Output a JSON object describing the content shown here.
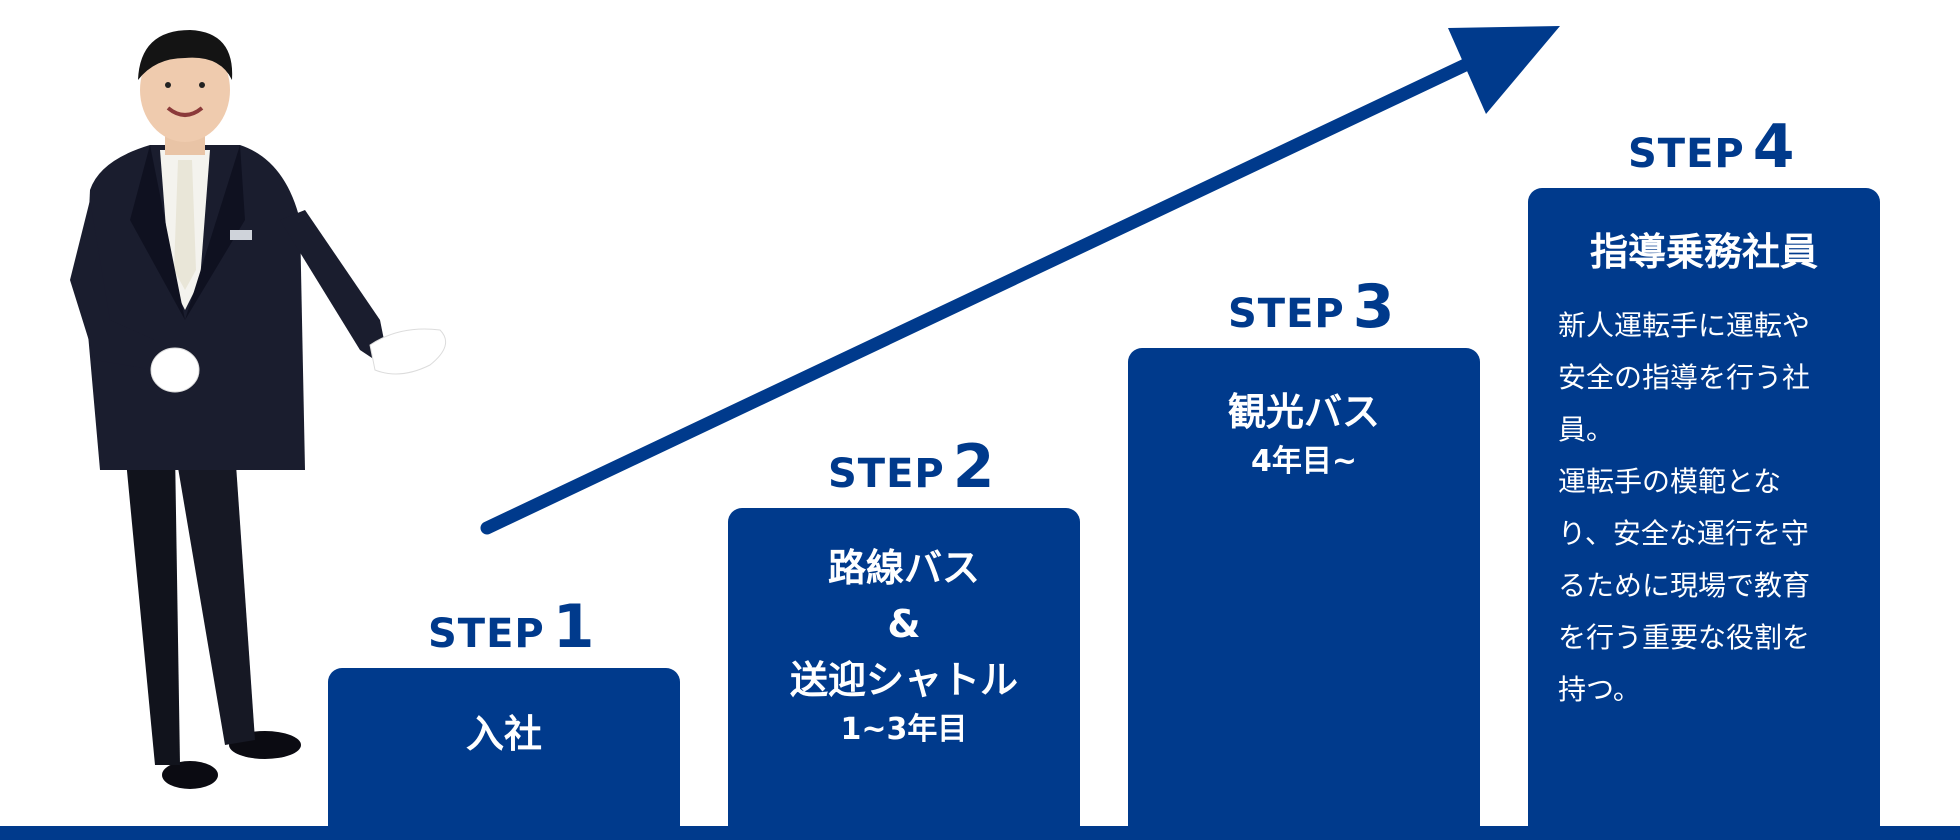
{
  "colors": {
    "accent": "#003a8c",
    "background": "#ffffff",
    "text_on_accent": "#ffffff"
  },
  "steps": [
    {
      "word": "STEP",
      "number": "1",
      "title": "入社",
      "subtitle": "",
      "description": ""
    },
    {
      "word": "STEP",
      "number": "2",
      "title": "路線バス",
      "title2": "&",
      "title3": "送迎シャトル",
      "subtitle": "1~3年目",
      "description": ""
    },
    {
      "word": "STEP",
      "number": "3",
      "title": "観光バス",
      "subtitle": "4年目~",
      "description": ""
    },
    {
      "word": "STEP",
      "number": "4",
      "title": "指導乗務社員",
      "subtitle": "",
      "description_lines": [
        "新人運転手に運転や",
        "安全の指導を行う社",
        "員。",
        "運転手の模範とな",
        "り、安全な運行を守",
        "るために現場で教育",
        "を行う重要な役割を",
        "持つ。"
      ]
    }
  ],
  "icons": {
    "growth_arrow": "arrow-up-right-icon",
    "guide": "person-guide-illustration"
  }
}
